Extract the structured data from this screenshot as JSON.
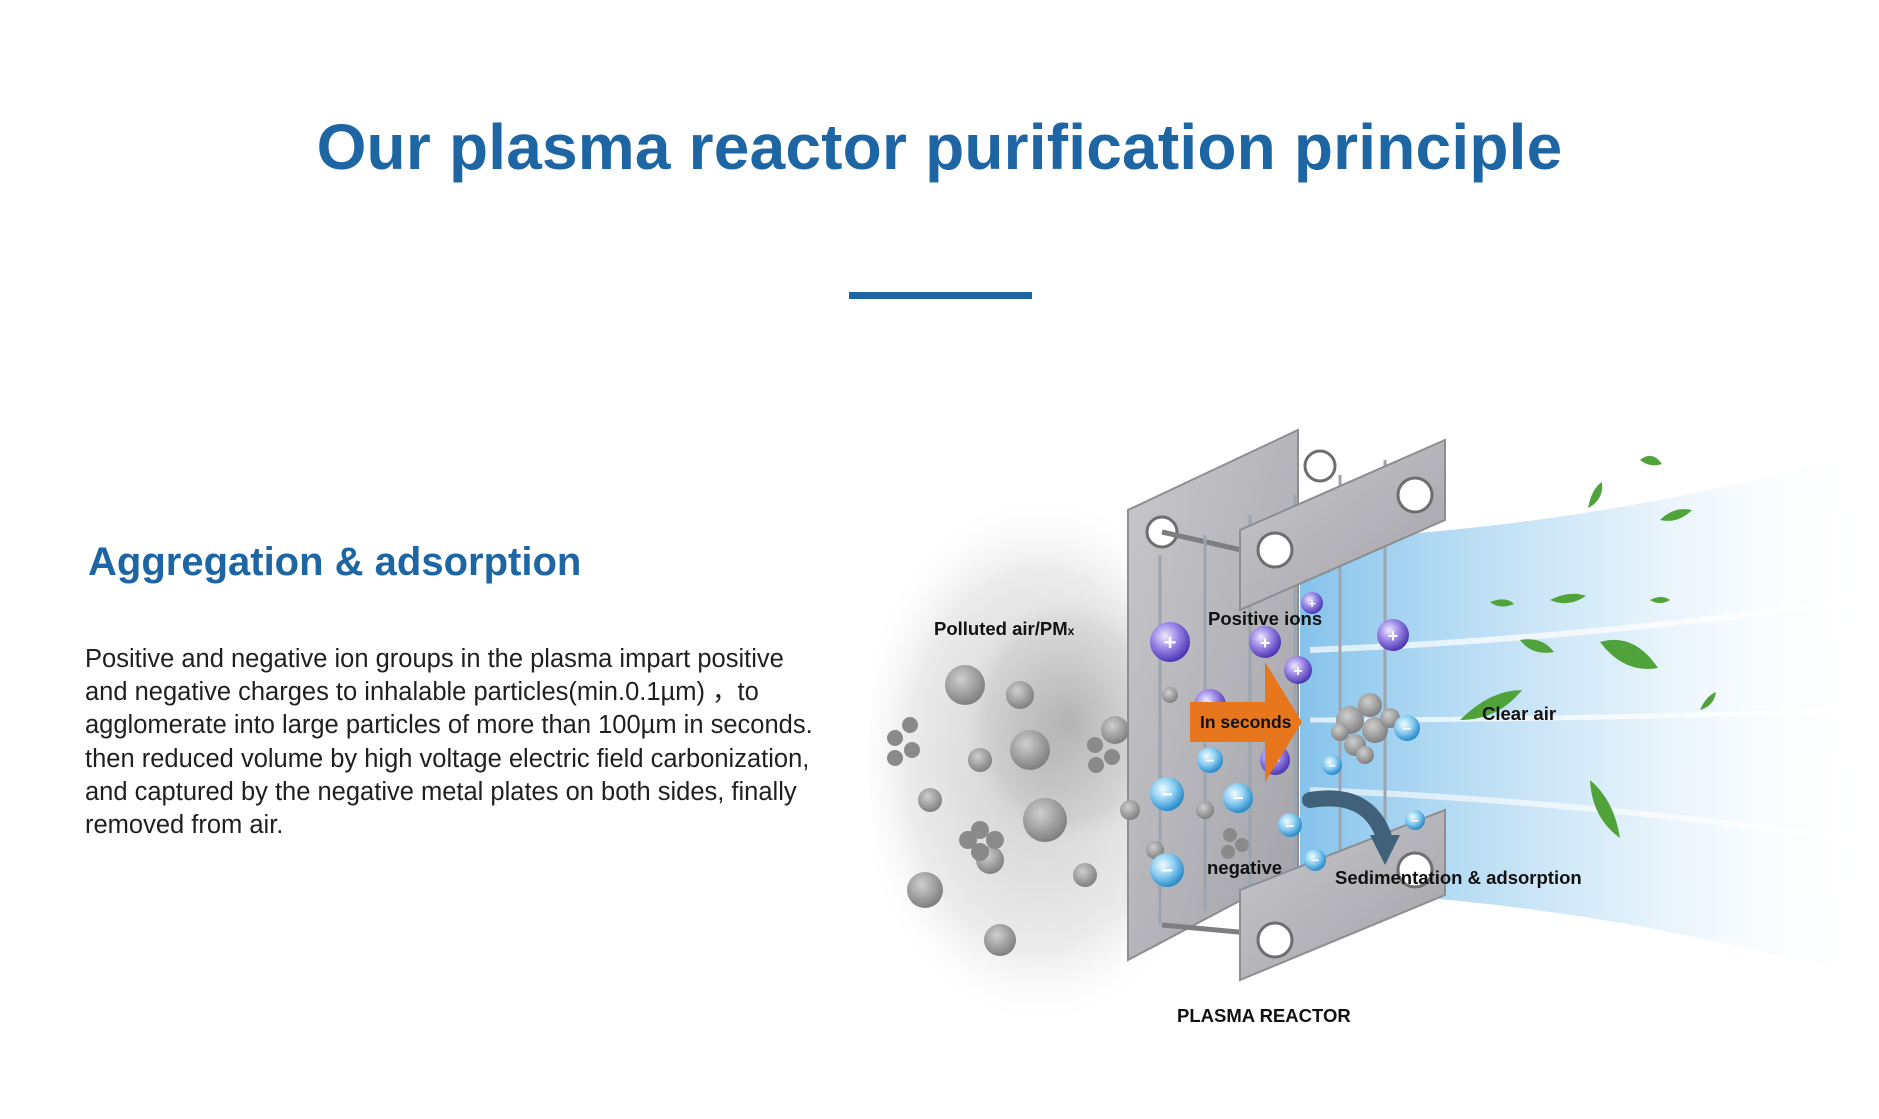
{
  "page": {
    "title": "Our plasma reactor purification principle"
  },
  "section": {
    "heading": "Aggregation & adsorption",
    "body_lines": [
      "Positive and negative ion groups in the plasma impart positive",
      "and negative charges to inhalable particles(min.0.1µm) ，to",
      "agglomerate into large particles of more than 100µm in seconds.",
      "then reduced volume by high voltage electric field carbonization,",
      "and captured by the negative metal plates on both sides, finally",
      "removed from air."
    ]
  },
  "diagram": {
    "labels": {
      "polluted_air": "Polluted air/PM",
      "polluted_air_sub": "x",
      "positive_ions": "Positive ions",
      "in_seconds": "In seconds",
      "clear_air": "Clear air",
      "negative": "negative",
      "sedimentation": "Sedimentation & adsorption",
      "reactor": "PLASMA REACTOR"
    },
    "colors": {
      "brand_blue": "#1d66a3",
      "arrow_orange": "#e8761c",
      "plate_gray": "#b8b8bc",
      "leaf_green": "#4fa33a",
      "ion_purple": "#6a52c8",
      "ion_blue": "#3aa0d8"
    },
    "icons": [
      "positive-ion-icon",
      "negative-ion-icon",
      "leaf-icon",
      "particle-icon",
      "curved-arrow-icon"
    ]
  }
}
